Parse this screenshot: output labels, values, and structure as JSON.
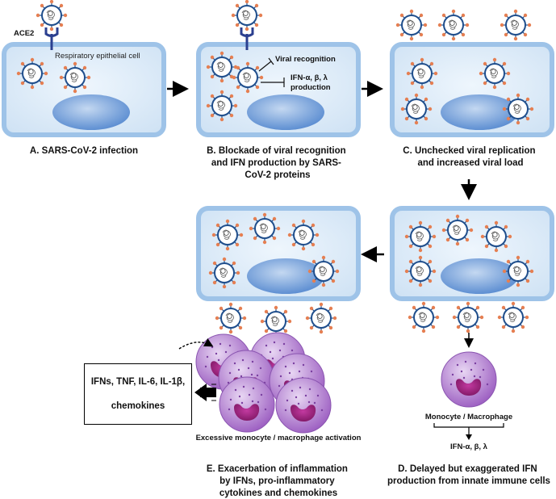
{
  "labels": {
    "ace2": "ACE2",
    "epithelial_cell": "Respiratory epithelial cell",
    "viral_recognition": "Viral recognition",
    "ifn_production_1": "IFN-α, β, λ",
    "ifn_production_2": "production",
    "monocyte_macrophage": "Monocyte / Macrophage",
    "ifn_output": "IFN-α, β, λ",
    "excessive_activation": "Excessive monocyte / macrophage activation"
  },
  "output_box": {
    "line1": "IFNs, TNF, IL-6, IL-1β,",
    "line2": "chemokines"
  },
  "captions": {
    "a": [
      "A. SARS-CoV-2 infection"
    ],
    "b": [
      "B. Blockade of viral recognition",
      "and IFN production by SARS-",
      "CoV-2 proteins"
    ],
    "c": [
      "C. Unchecked viral replication",
      "and increased viral load"
    ],
    "d": [
      "D. Delayed but exaggerated IFN",
      "production from innate immune cells"
    ],
    "e": [
      "E. Exacerbation of inflammation",
      "by IFNs, pro-inflammatory",
      "cytokines and chemokines"
    ]
  },
  "colors": {
    "cell_outer": "#9ec3e8",
    "cell_inner": "#ddecf8",
    "nucleus": "#5e8fd2",
    "virus_ring": "#1f4e8c",
    "virus_spike": "#e57f52",
    "receptor": "#2b3f8f",
    "monocyte": "#a572c4",
    "monocyte_nucleus": "#8a1b6e"
  }
}
